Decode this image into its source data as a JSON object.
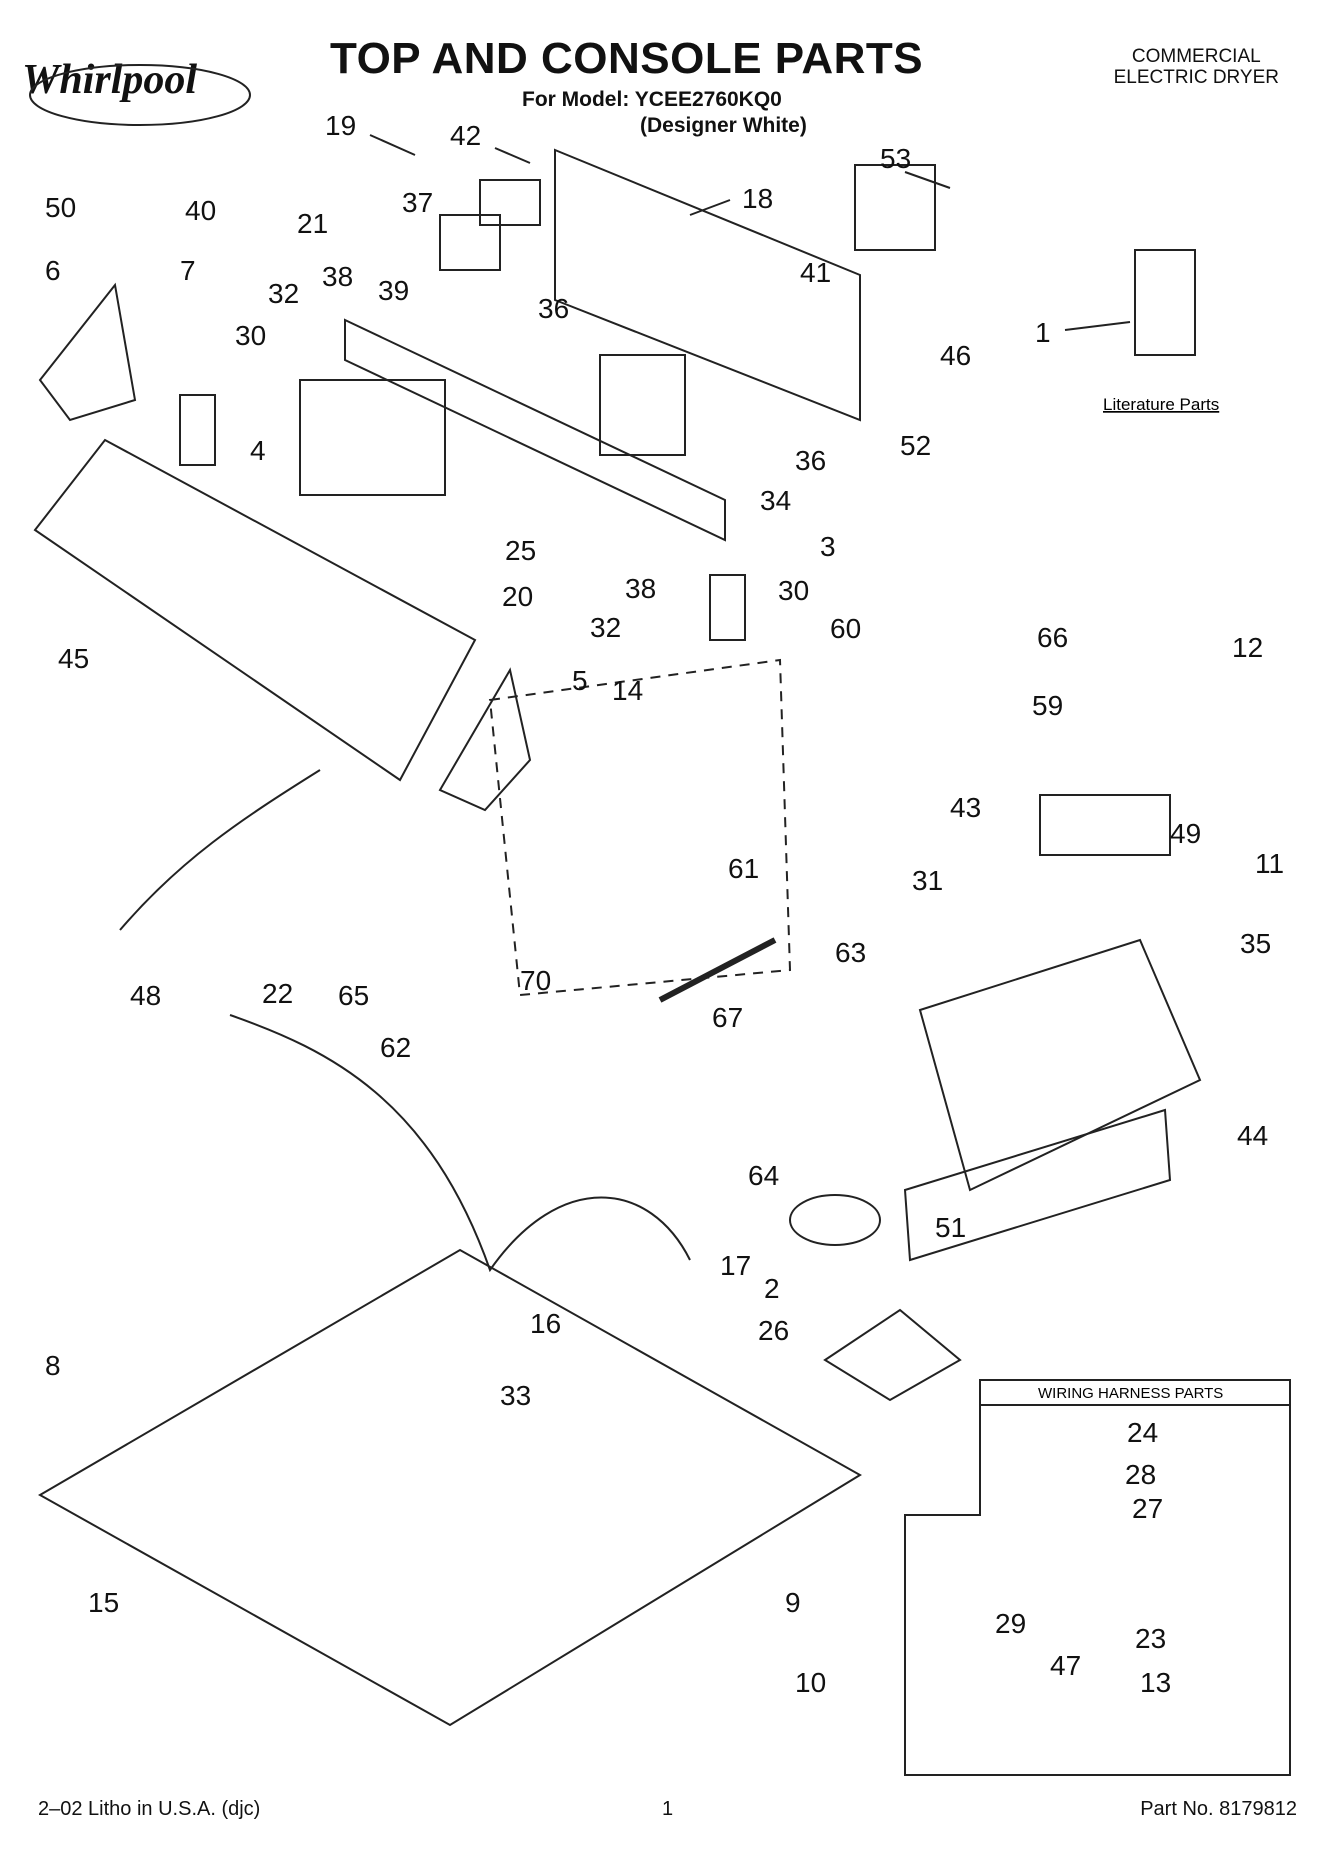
{
  "header": {
    "brand": "Whirlpool",
    "title": "TOP AND CONSOLE PARTS",
    "model_line": "For Model: YCEE2760KQ0",
    "color_line": "(Designer White)",
    "category_line1": "COMMERCIAL",
    "category_line2": "ELECTRIC DRYER"
  },
  "labels": {
    "literature": "Literature Parts",
    "wiring_harness": "WIRING HARNESS PARTS"
  },
  "callouts": [
    "19",
    "42",
    "53",
    "18",
    "50",
    "40",
    "21",
    "37",
    "6",
    "7",
    "39",
    "41",
    "1",
    "32",
    "38",
    "30",
    "36",
    "46",
    "52",
    "36",
    "34",
    "4",
    "3",
    "25",
    "20",
    "38",
    "32",
    "30",
    "60",
    "45",
    "5",
    "14",
    "66",
    "12",
    "59",
    "43",
    "49",
    "11",
    "31",
    "61",
    "48",
    "22",
    "65",
    "70",
    "63",
    "35",
    "67",
    "62",
    "44",
    "64",
    "51",
    "17",
    "2",
    "16",
    "26",
    "33",
    "8",
    "24",
    "28",
    "27",
    "29",
    "23",
    "47",
    "13",
    "15",
    "9",
    "10"
  ],
  "footer": {
    "left": "2–02 Litho in U.S.A. (djc)",
    "center": "1",
    "right": "Part No. 8179812"
  }
}
